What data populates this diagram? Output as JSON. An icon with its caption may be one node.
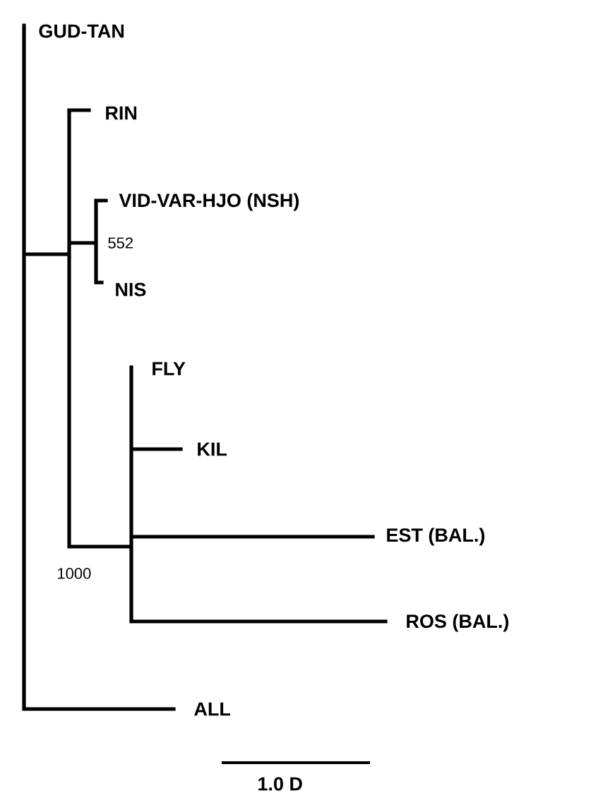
{
  "diagram": {
    "labels": [
      "GUD-TAN",
      "RIN",
      "VID-VAR-HJO (NSH)",
      "552",
      "NIS",
      "FLY",
      "KIL",
      "EST (BAL.)",
      "1000",
      "ROS (BAL.)",
      "ALL",
      "1.0 D"
    ]
  }
}
